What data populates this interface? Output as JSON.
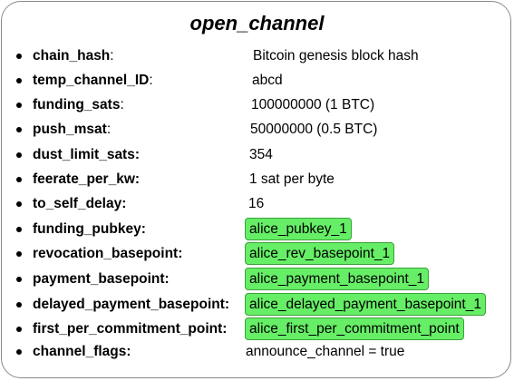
{
  "title": "open_channel",
  "fields": [
    {
      "key": "chain_hash",
      "sep": ":",
      "value": "Bitcoin genesis block hash",
      "highlighted": false
    },
    {
      "key": "temp_channel_ID",
      "sep": ":",
      "value": "abcd",
      "highlighted": false
    },
    {
      "key": "funding_sats",
      "sep": ":",
      "value": "100000000 (1 BTC)",
      "highlighted": false
    },
    {
      "key": "push_msat",
      "sep": ":",
      "value": "50000000 (0.5 BTC)",
      "highlighted": false
    },
    {
      "key": "dust_limit_sats:",
      "sep": "",
      "value": "354",
      "highlighted": false
    },
    {
      "key": "feerate_per_kw:",
      "sep": "",
      "value": "1 sat per byte",
      "highlighted": false
    },
    {
      "key": "to_self_delay:",
      "sep": "",
      "value": "16",
      "highlighted": false
    },
    {
      "key": "funding_pubkey:",
      "sep": "",
      "value": "alice_pubkey_1",
      "highlighted": true
    },
    {
      "key": "revocation_basepoint:",
      "sep": "",
      "value": "alice_rev_basepoint_1",
      "highlighted": true
    },
    {
      "key": "payment_basepoint:",
      "sep": "",
      "value": "alice_payment_basepoint_1",
      "highlighted": true
    },
    {
      "key": "delayed_payment_basepoint:",
      "sep": "",
      "value": "alice_delayed_payment_basepoint_1",
      "highlighted": true
    },
    {
      "key": "first_per_commitment_point:",
      "sep": "",
      "value": "alice_first_per_commitment_point",
      "highlighted": true
    },
    {
      "key": "channel_flags:",
      "sep": "",
      "value": "announce_channel = true",
      "highlighted": false
    }
  ],
  "colors": {
    "highlight_fill": "#66ee66",
    "highlight_border": "#3aa23a",
    "card_border": "#8a8a8a"
  }
}
